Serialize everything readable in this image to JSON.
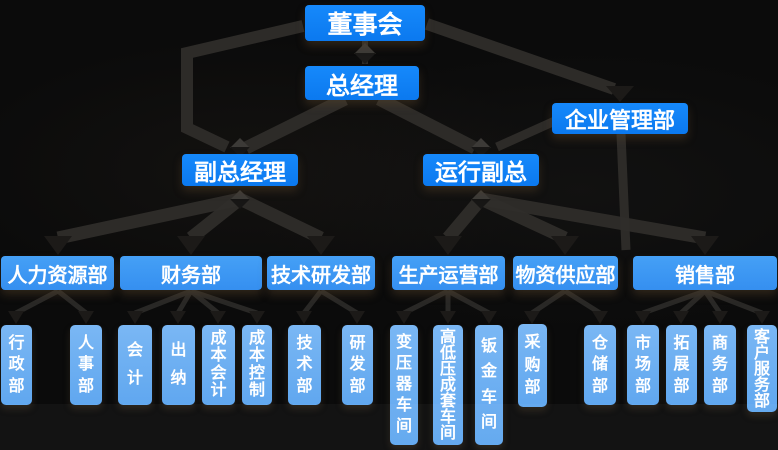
{
  "palette": {
    "background": "#0b0b0b",
    "executive_blue": "#0d7ef6",
    "department_blue": "#3d98f4",
    "sub_department_blue": "#6caef2",
    "connector_gray": "#2f2d2a",
    "arrow_dark": "#191817",
    "text_white": "#ffffff"
  },
  "nodes": {
    "board": {
      "label": "董事会"
    },
    "general_manager": {
      "label": "总经理"
    },
    "deputy_general_manager": {
      "label": "副总经理"
    },
    "operations_deputy": {
      "label": "运行副总"
    },
    "enterprise_management": {
      "label": "企业管理部"
    },
    "departments": [
      {
        "label": "人力资源部",
        "children": [
          "行政部",
          "人事部"
        ]
      },
      {
        "label": "财务部",
        "children": [
          "会计",
          "出纳",
          "成本会计",
          "成本控制"
        ]
      },
      {
        "label": "技术研发部",
        "children": [
          "技术部",
          "研发部"
        ]
      },
      {
        "label": "生产运营部",
        "children": [
          "变压器车间",
          "高低压成套车间",
          "钣金车间"
        ]
      },
      {
        "label": "物资供应部",
        "children": [
          "采购部",
          "仓储部"
        ]
      },
      {
        "label": "销售部",
        "children": [
          "市场部",
          "拓展部",
          "商务部",
          "客户服务部"
        ]
      }
    ]
  }
}
